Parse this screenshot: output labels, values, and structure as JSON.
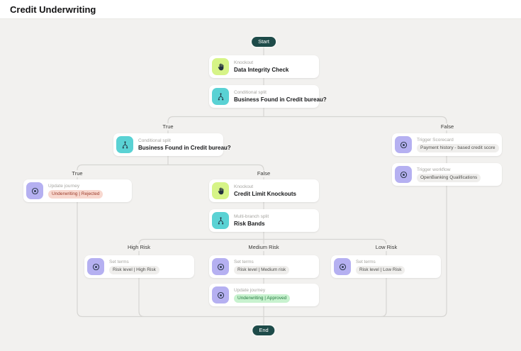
{
  "header": {
    "title": "Credit Underwriting"
  },
  "flow": {
    "start_label": "Start",
    "end_label": "End",
    "branch_labels": {
      "split1_true": "True",
      "split1_false": "False",
      "split2_true": "True",
      "split2_false": "False",
      "risk_high": "High Risk",
      "risk_medium": "Medium Risk",
      "risk_low": "Low Risk"
    },
    "nodes": {
      "data_integrity": {
        "type_label": "Knockout",
        "title": "Data Integrity Check",
        "icon": "hand-icon"
      },
      "business_found_top": {
        "type_label": "Conditional split",
        "title": "Business Found in Credit bureau?",
        "icon": "branch-split-icon"
      },
      "business_found_left": {
        "type_label": "Conditional split",
        "title": "Business Found in Credit bureau?",
        "icon": "branch-split-icon"
      },
      "update_journey_rejected": {
        "type_label": "Update journey",
        "chip": "Underwriting | Rejected",
        "icon": "target-icon"
      },
      "trigger_scorecard": {
        "type_label": "Trigger Scorecard",
        "chip": "Payment history - based credit score",
        "icon": "target-icon"
      },
      "trigger_workflow": {
        "type_label": "Trigger workflow",
        "chip": "OpenBanking Qualifications",
        "icon": "target-icon"
      },
      "credit_limit_knockouts": {
        "type_label": "Knockout",
        "title": "Credit Limit Knockouts",
        "icon": "hand-icon"
      },
      "risk_bands": {
        "type_label": "Multi-branch split",
        "title": "Risk Bands",
        "icon": "branch-split-icon"
      },
      "set_terms_high": {
        "type_label": "Set terms",
        "chip": "Risk level | High Risk",
        "icon": "target-icon"
      },
      "set_terms_medium": {
        "type_label": "Set terms",
        "chip": "Risk level | Medium risk",
        "icon": "target-icon"
      },
      "set_terms_low": {
        "type_label": "Set terms",
        "chip": "Risk level | Low Risk",
        "icon": "target-icon"
      },
      "update_journey_approved": {
        "type_label": "Update journey",
        "chip": "Underwriting | Approved",
        "icon": "target-icon"
      }
    }
  },
  "colors": {
    "canvas_bg": "#f2f1ef",
    "knockout_icon_bg": "#d6f487",
    "split_icon_bg": "#5ad2d4",
    "journey_icon_bg": "#b5b0f1",
    "terminal_bg": "#1e4b49",
    "chip_gray_bg": "#efeeec",
    "chip_rejected_bg": "#f8d8cf",
    "chip_rejected_text": "#9d3c2b",
    "chip_approved_bg": "#c8f2cf",
    "chip_approved_text": "#257a41",
    "connector": "#d6d5d2"
  }
}
